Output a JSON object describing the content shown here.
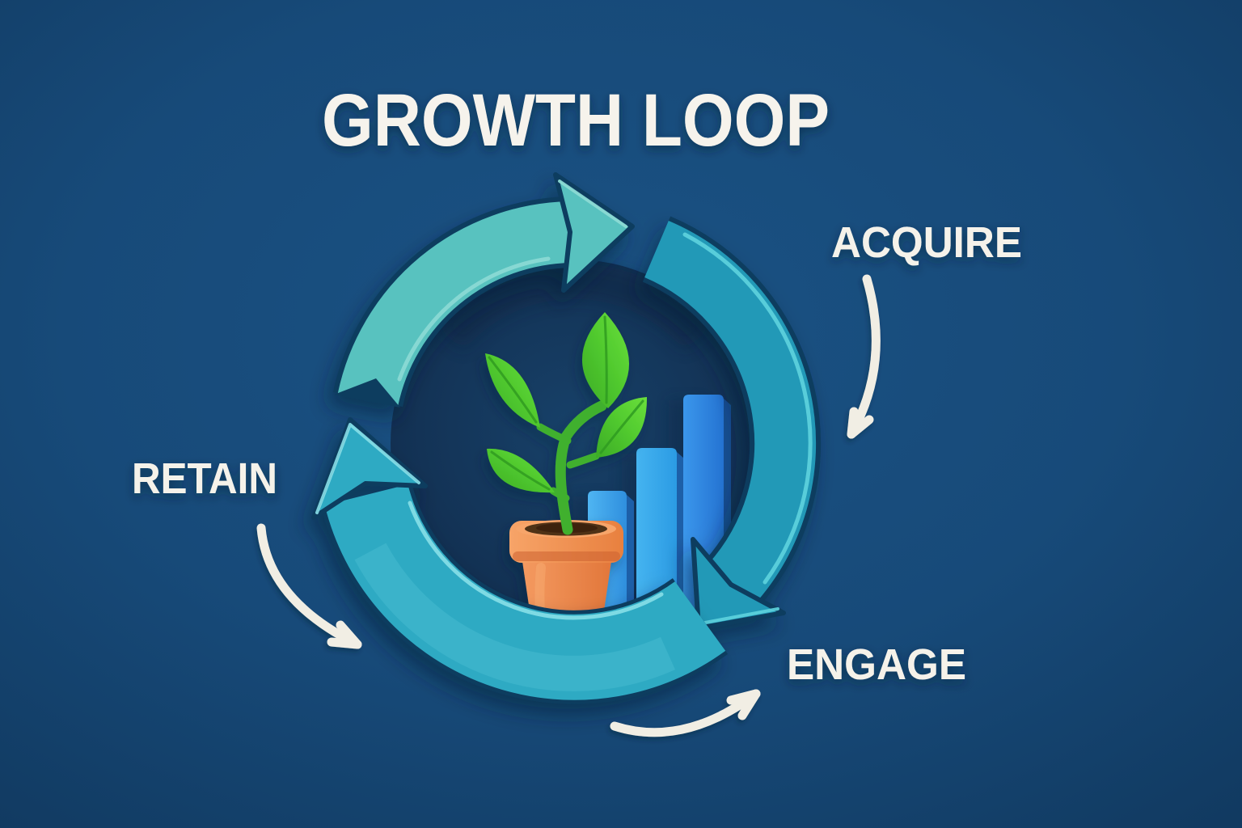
{
  "title": {
    "text": "GROWTH LOOP"
  },
  "diagram": {
    "type": "cycle",
    "direction": "clockwise",
    "steps": [
      {
        "label": "ACQUIRE",
        "position": "top-right"
      },
      {
        "label": "ENGAGE",
        "position": "bottom-right"
      },
      {
        "label": "RETAIN",
        "position": "left"
      }
    ],
    "center": {
      "plant": "potted seedling with four leaves",
      "bar_chart": {
        "bars": 3,
        "trend": "rising left to right"
      }
    }
  },
  "colors": {
    "background": "#17497A",
    "inner_circle": "#133358",
    "loop_arc_light_teal": "#59C2BF",
    "loop_arc_dark_teal": "#2299B7",
    "loop_arc_bottom_teal": "#2FAAC3",
    "loop_outline": "#0E3C5E",
    "platform_purple": "#5A4B9E",
    "pot_orange": "#EE8348",
    "soil_brown": "#503019",
    "leaf_green": "#52CB2F",
    "stem_green": "#3FB02F",
    "bar_blue_1": "#3FA6EC",
    "bar_blue_2": "#38ABEC",
    "bar_blue_3": "#2E83DF",
    "label_text": "#F5F2EA",
    "annotation_arrow": "#F1EEE4"
  }
}
